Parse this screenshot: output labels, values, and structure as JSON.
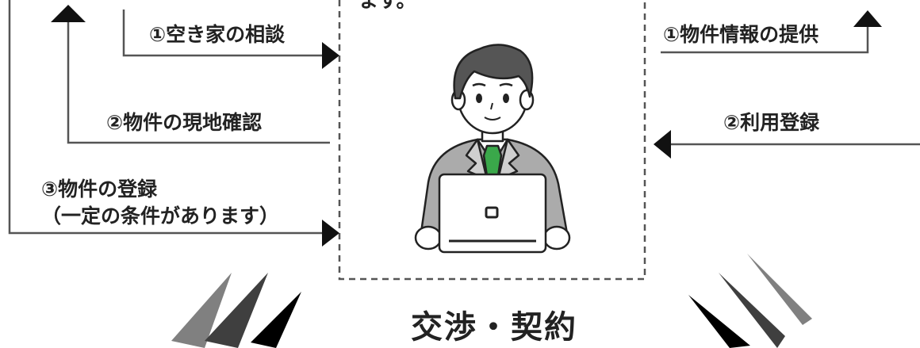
{
  "diagram": {
    "top_partial_text": "ます。",
    "left_flows": {
      "consult": "①空き家の相談",
      "inspect": "②物件の現地確認",
      "register_line1": "③物件の登録",
      "register_line2": "（一定の条件があります）"
    },
    "right_flows": {
      "info": "①物件情報の提供",
      "signup": "②利用登録"
    },
    "bottom_title": "交渉・契約"
  },
  "colors": {
    "line": "#555555",
    "arrow": "#111111",
    "dashed_box": "#555555",
    "tie": "#3aa84a",
    "hair": "#555555",
    "suit": "#aaaaaa",
    "triangle_light": "#808080",
    "triangle_mid": "#3f3f3f",
    "triangle_dark": "#000000"
  }
}
